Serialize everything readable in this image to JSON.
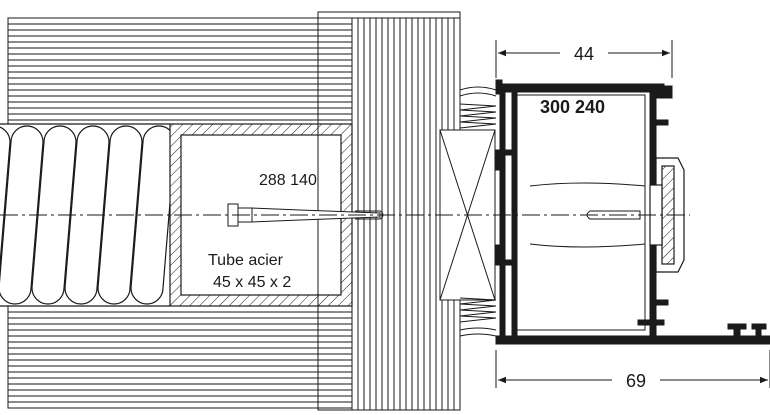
{
  "dimensions": {
    "top_width": "44",
    "bottom_width": "69"
  },
  "labels": {
    "profile_ref": "300 240",
    "fixing_ref": "288 140",
    "tube_line1": "Tube acier",
    "tube_line2": "45 x 45 x 2"
  },
  "colors": {
    "line": "#1a1a1a",
    "background": "#ffffff",
    "profile_fill": "#1a1a1a"
  }
}
